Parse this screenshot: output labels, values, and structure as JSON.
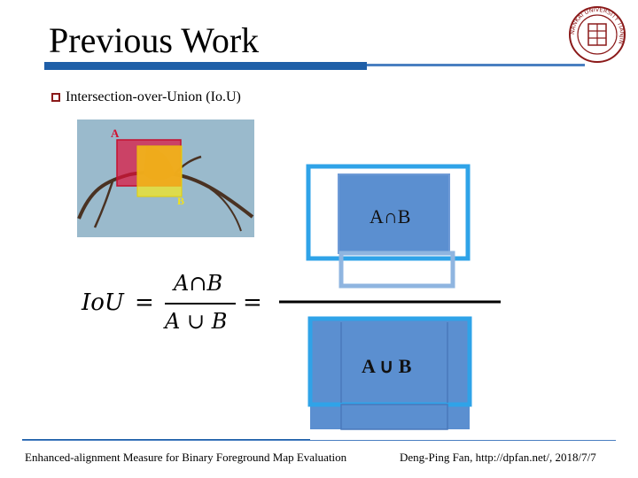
{
  "slide": {
    "title": "Previous Work",
    "bullet": "Intersection-over-Union (Io.U)"
  },
  "photo": {
    "label_a": "A",
    "label_b": "B"
  },
  "formula": {
    "lhs": "IoU",
    "equals": "=",
    "numerator": "A∩B",
    "denominator": "A ∪ B",
    "trailing_equals": "="
  },
  "diagram": {
    "intersection_label": "A∩B",
    "union_label": "A ∪ B"
  },
  "seal": {
    "text": "NANKAI UNIVERSITY TIANJIN"
  },
  "footer": {
    "left": "Enhanced-alignment Measure for Binary Foreground Map Evaluation",
    "right": "Deng-Ping Fan, http://dpfan.net/,  2018/7/7"
  },
  "colors": {
    "accent_blue": "#1f5fa8",
    "box_blue": "#2fa3e8",
    "fill_blue": "#5b8fd0",
    "bullet_red": "#8b1a1a",
    "seal_red": "#8b1a1a"
  }
}
